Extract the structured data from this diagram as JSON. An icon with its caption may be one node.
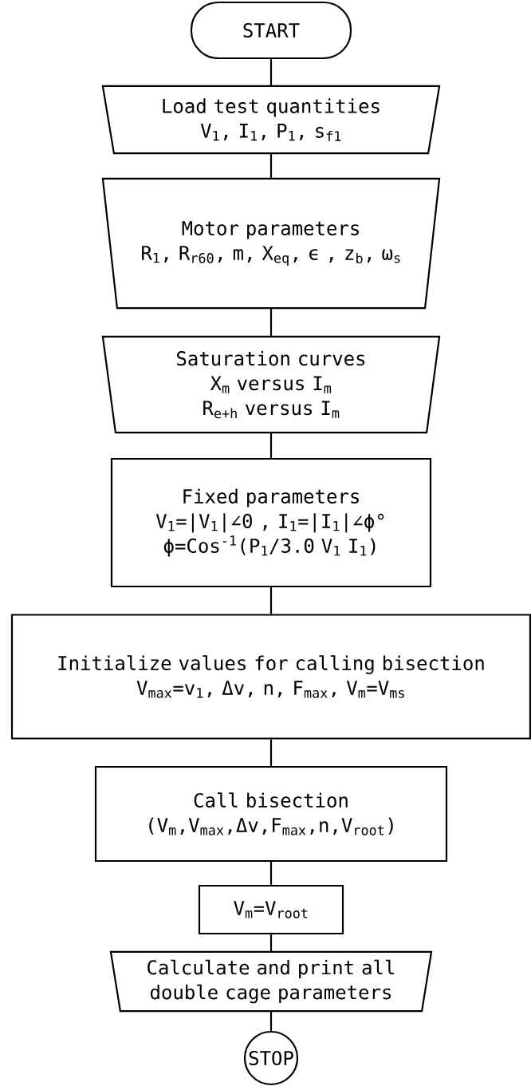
{
  "diagram": {
    "nodes": [
      {
        "text": [
          "START"
        ]
      },
      {
        "text": [
          "Load test quantities",
          "V$_{1}$, I$_{1}$, P$_{1}$, s$_{f1}$"
        ]
      },
      {
        "text": [
          "Motor parameters",
          "R$_{1}$, R$_{r60}$, m, X$_{eq}$, ϵ , z$_{b}$, ω$_{s}$"
        ]
      },
      {
        "text": [
          "Saturation curves",
          "X$_{m}$ versus I$_{m}$",
          "R$_{e+h}$ versus I$_{m}$"
        ]
      },
      {
        "text": [
          "Fixed parameters",
          "V$_{1}$=|V$_{1}$|∠0 , I$_{1}$=|I$_{1}$|∠ϕ°",
          "ϕ=Cos$^{-1}$(P$_{1}$/3.0 V$_{1}$ I$_{1}$)"
        ]
      },
      {
        "text": [
          "Initialize values for calling bisection",
          "V$_{max}$=v$_{1}$, Δv, n, F$_{max}$, V$_{m}$=V$_{ms}$"
        ]
      },
      {
        "text": [
          "Call bisection",
          "(V$_{m}$,V$_{max}$,Δv,F$_{max}$,n,V$_{root}$)"
        ]
      },
      {
        "text": [
          "V$_{m}$=V$_{root}$"
        ]
      },
      {
        "text": [
          "Calculate and print all double cage parameters"
        ]
      },
      {
        "text": [
          "STOP"
        ]
      }
    ],
    "edges": [
      {
        "from": 0,
        "to": 1,
        "arrow": "none"
      },
      {
        "from": 1,
        "to": 2,
        "arrow": "none"
      },
      {
        "from": 2,
        "to": 3,
        "arrow": "none"
      },
      {
        "from": 3,
        "to": 4,
        "arrow": "none"
      },
      {
        "from": 4,
        "to": 5,
        "arrow": "none"
      },
      {
        "from": 5,
        "to": 6,
        "arrow": "none"
      },
      {
        "from": 6,
        "to": 7,
        "arrow": "none"
      },
      {
        "from": 7,
        "to": 8,
        "arrow": "none"
      },
      {
        "from": 8,
        "to": 9,
        "arrow": "none"
      }
    ]
  }
}
